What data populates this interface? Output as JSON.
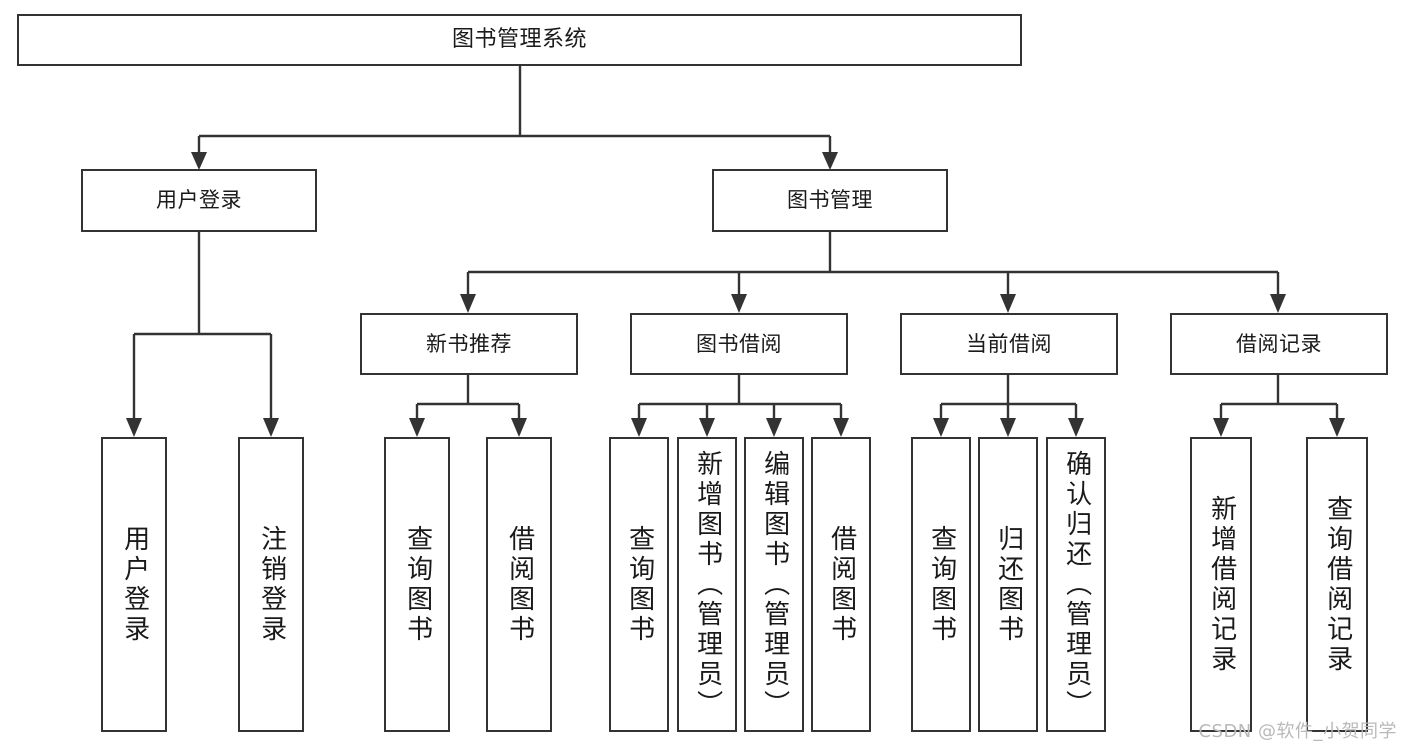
{
  "diagram": {
    "title": "图书管理系统",
    "type": "tree",
    "watermark": "CSDN @软件_小贺同学",
    "nodes": {
      "root": {
        "label": "图书管理系统"
      },
      "level2": [
        {
          "id": "user-login",
          "label": "用户登录"
        },
        {
          "id": "book-management",
          "label": "图书管理"
        }
      ],
      "level3": [
        {
          "id": "new-book-recommend",
          "label": "新书推荐"
        },
        {
          "id": "book-borrow",
          "label": "图书借阅"
        },
        {
          "id": "current-borrow",
          "label": "当前借阅"
        },
        {
          "id": "borrow-record",
          "label": "借阅记录"
        }
      ],
      "leaves": {
        "user_login": [
          {
            "id": "leaf-user-login",
            "label": "用户登录"
          },
          {
            "id": "leaf-logout-login",
            "label": "注销登录"
          }
        ],
        "new_book_recommend": [
          {
            "id": "leaf-query-book-1",
            "label": "查询图书"
          },
          {
            "id": "leaf-borrow-book-1",
            "label": "借阅图书"
          }
        ],
        "book_borrow": [
          {
            "id": "leaf-query-book-2",
            "label": "查询图书"
          },
          {
            "id": "leaf-add-book",
            "label": "新增图书（管理员）"
          },
          {
            "id": "leaf-edit-book",
            "label": "编辑图书（管理员）"
          },
          {
            "id": "leaf-borrow-book-2",
            "label": "借阅图书"
          }
        ],
        "current_borrow": [
          {
            "id": "leaf-query-book-3",
            "label": "查询图书"
          },
          {
            "id": "leaf-return-book",
            "label": "归还图书"
          },
          {
            "id": "leaf-confirm-return",
            "label": "确认归还（管理员）"
          }
        ],
        "borrow_record": [
          {
            "id": "leaf-add-record",
            "label": "新增借阅记录"
          },
          {
            "id": "leaf-query-record",
            "label": "查询借阅记录"
          }
        ]
      }
    },
    "colors": {
      "stroke": "#333333",
      "fill": "#ffffff",
      "text": "#1a1a1a",
      "watermark": "#b9b9b9"
    }
  }
}
